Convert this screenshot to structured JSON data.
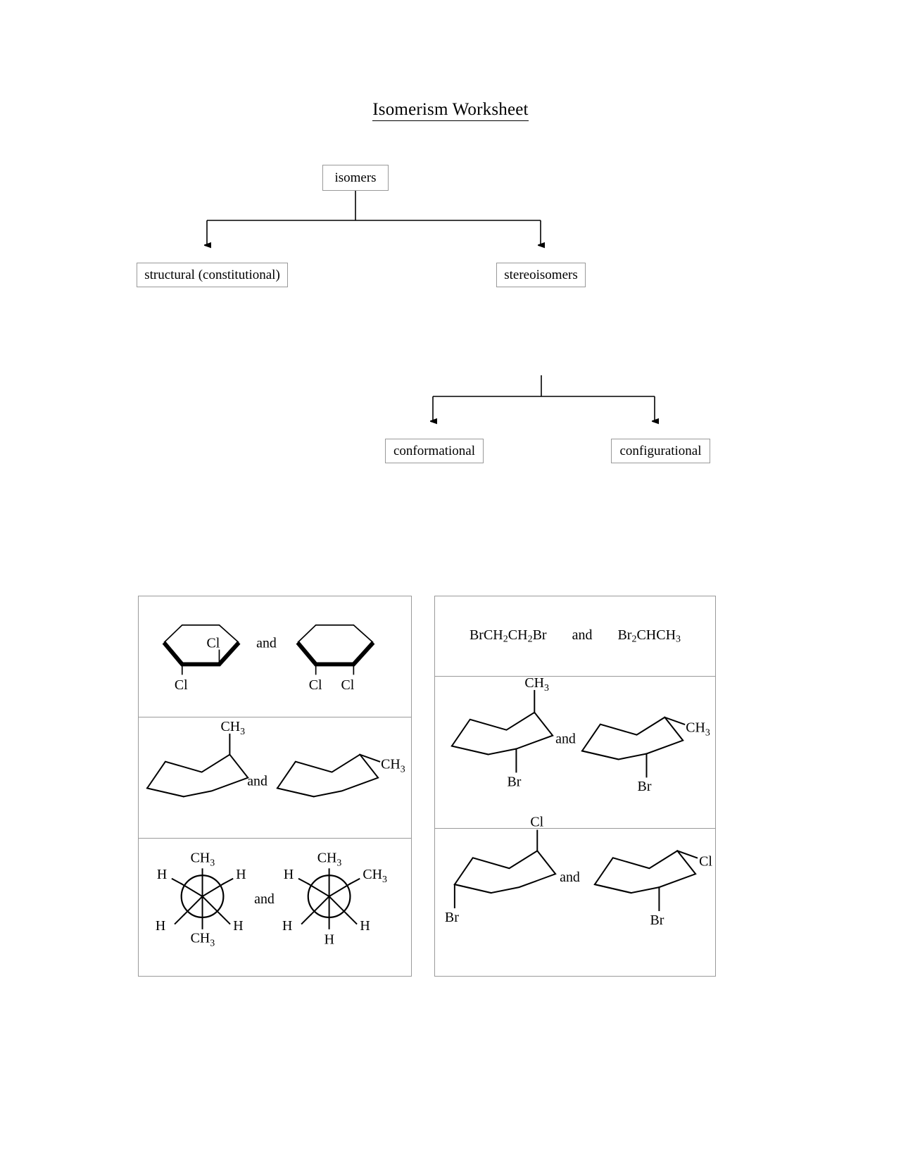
{
  "document": {
    "title": "Isomerism Worksheet"
  },
  "flowchart": {
    "nodes": {
      "root": "isomers",
      "structural": "structural (constitutional)",
      "stereoisomers": "stereoisomers",
      "conformational": "conformational",
      "configurational": "configurational"
    }
  },
  "conjunction": "and",
  "left_table": {
    "rows": [
      {
        "id": "dichlorocyclohexene-pair",
        "structure_type": "haworth-ring",
        "left": {
          "labels": [
            "Cl",
            "Cl"
          ],
          "positions": [
            "inside-right",
            "below-left"
          ]
        },
        "right": {
          "labels": [
            "Cl",
            "Cl"
          ],
          "positions": [
            "below-left",
            "below-right"
          ]
        },
        "connector": "and"
      },
      {
        "id": "methylcyclohexane-chair-pair",
        "structure_type": "chair",
        "left": {
          "labels": [
            "CH3"
          ],
          "positions": [
            "axial-up-right"
          ]
        },
        "right": {
          "labels": [
            "CH3"
          ],
          "positions": [
            "equatorial-right"
          ]
        },
        "connector": "and"
      },
      {
        "id": "butane-newman-pair",
        "structure_type": "newman",
        "left": {
          "front": [
            "CH3",
            "H",
            "H"
          ],
          "back": [
            "H",
            "CH3",
            "H"
          ],
          "front_positions": [
            "top",
            "upper-left",
            "upper-right"
          ],
          "back_positions": [
            "lower-left",
            "bottom",
            "lower-right"
          ]
        },
        "right": {
          "front": [
            "CH3",
            "H",
            "CH3"
          ],
          "back": [
            "H",
            "H",
            "H"
          ],
          "front_positions": [
            "top",
            "upper-left",
            "upper-right"
          ],
          "back_positions": [
            "lower-left",
            "bottom",
            "lower-right"
          ]
        },
        "connector": "and"
      }
    ]
  },
  "right_table": {
    "rows": [
      {
        "id": "dibromoethane-pair",
        "structure_type": "condensed-formula",
        "left_formula": "BrCH2CH2Br",
        "right_formula": "Br2CHCH3",
        "connector": "and"
      },
      {
        "id": "bromomethylcyclohexane-pair",
        "structure_type": "chair",
        "left": {
          "labels": [
            "CH3",
            "Br"
          ],
          "positions": [
            "axial-up-right",
            "axial-down-right"
          ]
        },
        "right": {
          "labels": [
            "CH3",
            "Br"
          ],
          "positions": [
            "equatorial-right",
            "axial-down-right"
          ]
        },
        "connector": "and"
      },
      {
        "id": "bromochlorocyclohexane-pair",
        "structure_type": "chair",
        "left": {
          "labels": [
            "Cl",
            "Br"
          ],
          "positions": [
            "axial-up-right",
            "axial-down-left"
          ]
        },
        "right": {
          "labels": [
            "Cl",
            "Br"
          ],
          "positions": [
            "equatorial-right",
            "axial-down-right"
          ]
        },
        "connector": "and"
      }
    ]
  },
  "atom_labels": {
    "Cl": "Cl",
    "Br": "Br",
    "H": "H",
    "C": "C",
    "methyl_main": "CH",
    "methyl_sub": "3",
    "two": "2"
  }
}
